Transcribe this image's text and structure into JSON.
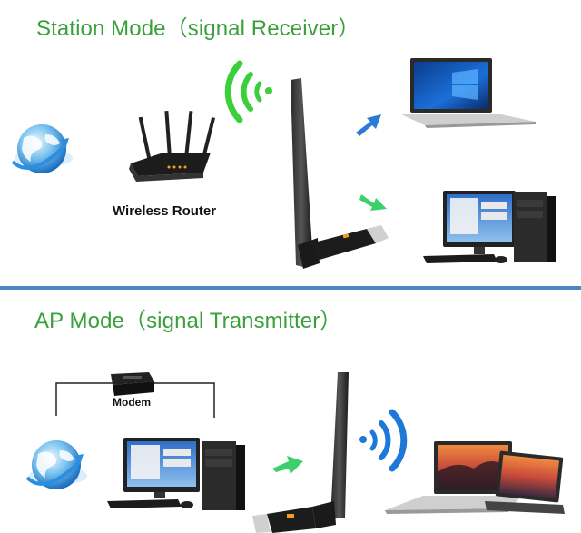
{
  "station_section": {
    "title": "Station Mode（signal Receiver）",
    "router_label": "Wireless Router"
  },
  "ap_section": {
    "title": "AP Mode（signal Transmitter）",
    "modem_label": "Modem"
  },
  "colors": {
    "title_green": "#3aa03a",
    "divider_blue": "#4a86c8",
    "wifi_green": "#3ccf3c",
    "wifi_blue": "#1e78d8",
    "arrow_blue": "#2a7ad8",
    "arrow_green": "#3ccf6c"
  },
  "icons": [
    "globe-icon",
    "router-icon",
    "wifi-signal-icon",
    "usb-wifi-adapter-icon",
    "laptop-icon",
    "desktop-pc-icon",
    "modem-icon",
    "arrow-icon"
  ]
}
